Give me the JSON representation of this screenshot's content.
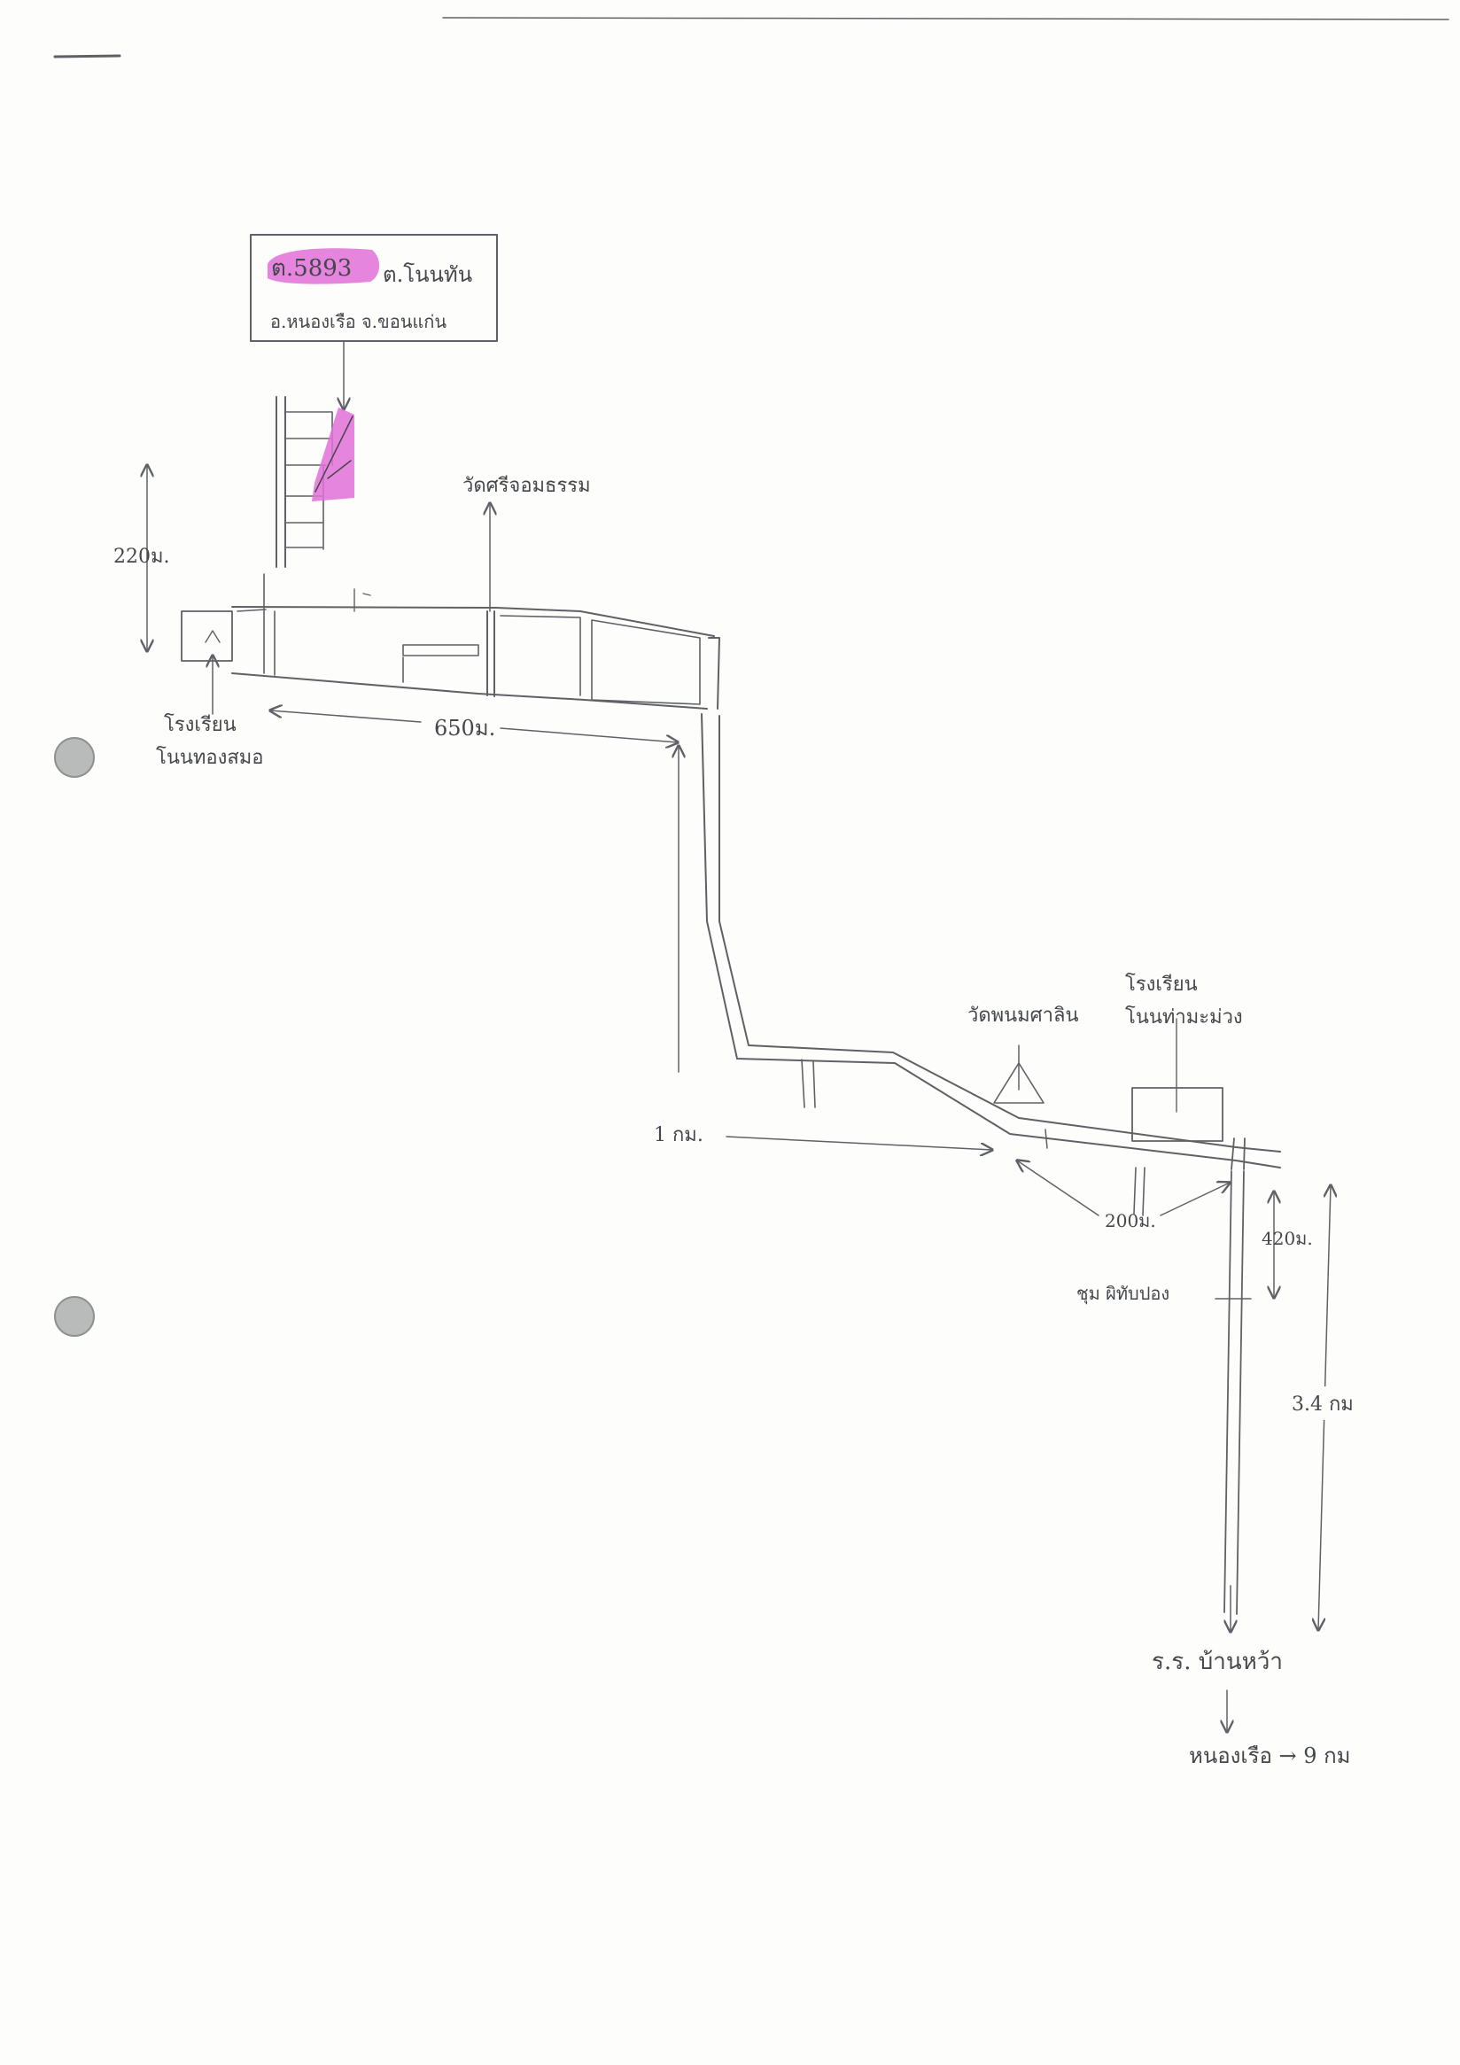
{
  "document": {
    "type": "hand-drawn location map"
  },
  "site": {
    "id_code": "ต.5893",
    "village": "ต.โนนทัน",
    "district_province": "อ.หนองเรือ จ.ขอนแก่น",
    "highlight_color": "#e070d8"
  },
  "labels": {
    "temple_top": "วัดศรีจอมธรรม",
    "school_left_line1": "โรงเรียน",
    "school_left_line2": "โนนทองสมอ",
    "temple_lower": "วัดพนมศาลิน",
    "school_right_line1": "โรงเรียน",
    "school_right_line2": "โนนท่ามะม่วง",
    "crossing": "ชุม ผิทับปอง",
    "railway_station": "ร.ร. บ้านหว้า",
    "destination": "หนองเรือ → 9 กม"
  },
  "distances": {
    "vertical_left": "220ม.",
    "horizontal_top": "650ม.",
    "long_road": "1 กม.",
    "near_junction": "200ม.",
    "short_vertical": "420ม.",
    "long_vertical": "3.4 กม"
  },
  "colors": {
    "ink": "#5f6166",
    "paper": "#fdfdfc",
    "punch_hole": "#b9bbbb"
  },
  "icons": {
    "temple": "triangle-temple-icon",
    "arrow": "arrow-icon"
  }
}
